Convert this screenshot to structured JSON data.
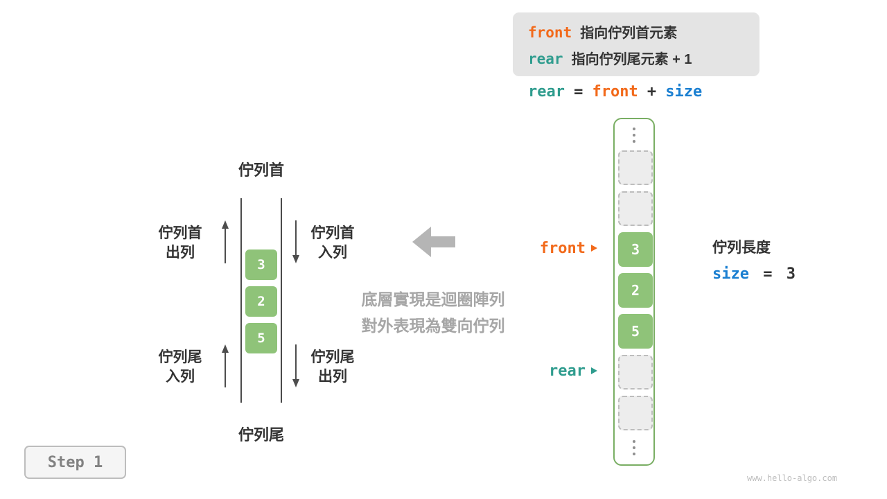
{
  "colors": {
    "front_orange": "#f26a1b",
    "rear_teal": "#2f9c8e",
    "size_blue": "#1a7fd1",
    "cell_green": "#8fc379",
    "array_border_green": "#79ae63",
    "note_gray": "#a6a6a6",
    "legend_bg": "#e4e4e4"
  },
  "legend": {
    "lines": [
      {
        "keyword": "front",
        "text": "指向佇列首元素"
      },
      {
        "keyword": "rear",
        "text": "指向佇列尾元素 + 1"
      }
    ]
  },
  "formula": {
    "tokens": [
      {
        "text": "rear"
      },
      {
        "text": "="
      },
      {
        "text": "front"
      },
      {
        "text": "+"
      },
      {
        "text": "size"
      }
    ]
  },
  "array": {
    "cells": [
      {
        "value": "",
        "state": "empty"
      },
      {
        "value": "",
        "state": "empty"
      },
      {
        "value": "3",
        "state": "filled"
      },
      {
        "value": "2",
        "state": "filled"
      },
      {
        "value": "5",
        "state": "filled"
      },
      {
        "value": "",
        "state": "empty"
      },
      {
        "value": "",
        "state": "empty"
      }
    ],
    "front_label": "front",
    "rear_label": "rear"
  },
  "size_panel": {
    "length_label": "佇列長度",
    "size_keyword": "size",
    "equals": "=",
    "value": "3"
  },
  "queue": {
    "top_label": "佇列首",
    "bottom_label": "佇列尾",
    "cells": [
      "3",
      "2",
      "5"
    ],
    "annotations": {
      "left_top": [
        "佇列首",
        "出列"
      ],
      "left_bottom": [
        "佇列尾",
        "入列"
      ],
      "right_top": [
        "佇列首",
        "入列"
      ],
      "right_bottom": [
        "佇列尾",
        "出列"
      ]
    }
  },
  "note": {
    "lines": [
      "底層實現是迴圈陣列",
      "對外表現為雙向佇列"
    ]
  },
  "step_label": "Step 1",
  "watermark": "www.hello-algo.com"
}
